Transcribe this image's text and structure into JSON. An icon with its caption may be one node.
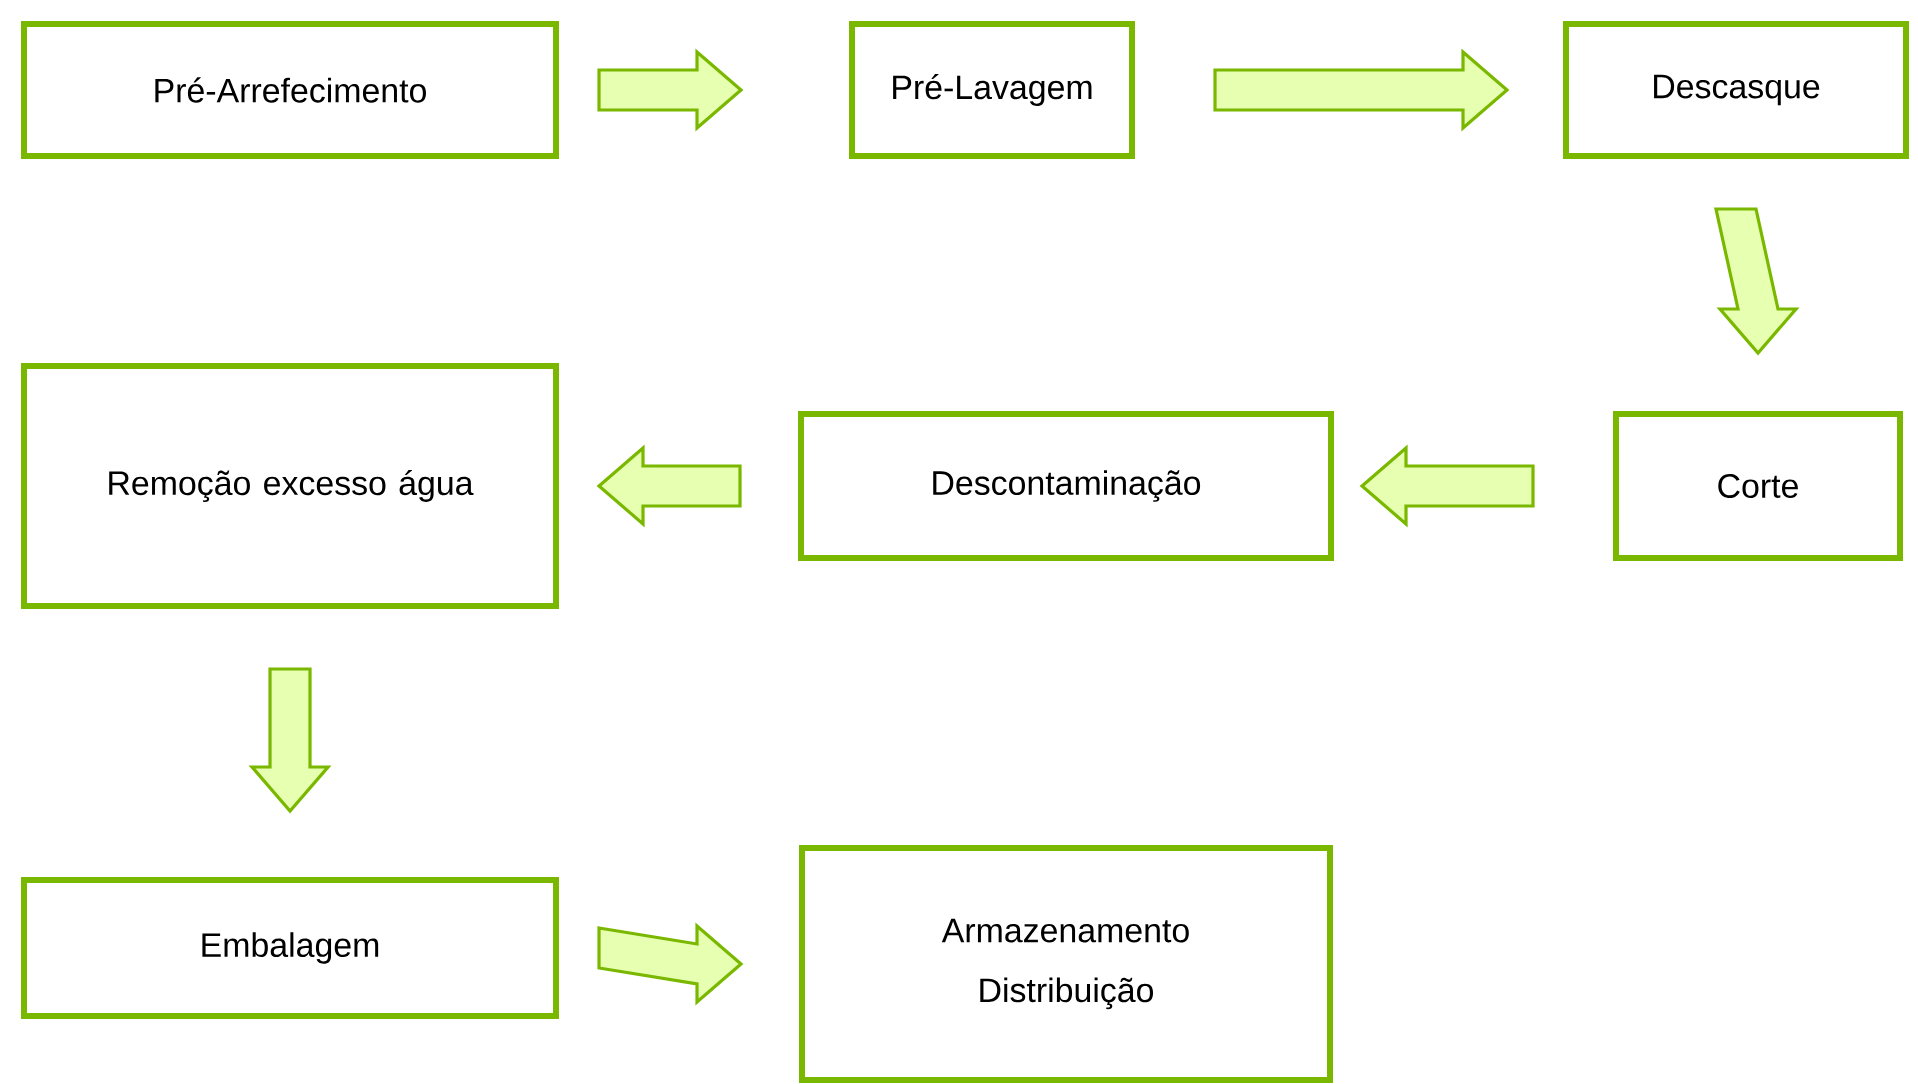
{
  "diagram": {
    "nodes": [
      {
        "text": [
          "Pré-Arrefecimento"
        ]
      },
      {
        "text": [
          "Pré-Lavagem"
        ]
      },
      {
        "text": [
          "Descasque"
        ]
      },
      {
        "text": [
          "Remoção excesso água"
        ]
      },
      {
        "text": [
          "Descontaminação"
        ]
      },
      {
        "text": [
          "Corte"
        ]
      },
      {
        "text": [
          "Embalagem"
        ]
      },
      {
        "text": [
          "Armazenamento",
          "Distribuição"
        ]
      }
    ],
    "edges": [
      {
        "from": 0,
        "to": 1,
        "arrow": "to"
      },
      {
        "from": 1,
        "to": 2,
        "arrow": "to"
      },
      {
        "from": 2,
        "to": 5,
        "arrow": "to"
      },
      {
        "from": 5,
        "to": 4,
        "arrow": "to"
      },
      {
        "from": 4,
        "to": 3,
        "arrow": "to"
      },
      {
        "from": 3,
        "to": 6,
        "arrow": "to"
      },
      {
        "from": 6,
        "to": 7,
        "arrow": "to"
      }
    ]
  }
}
